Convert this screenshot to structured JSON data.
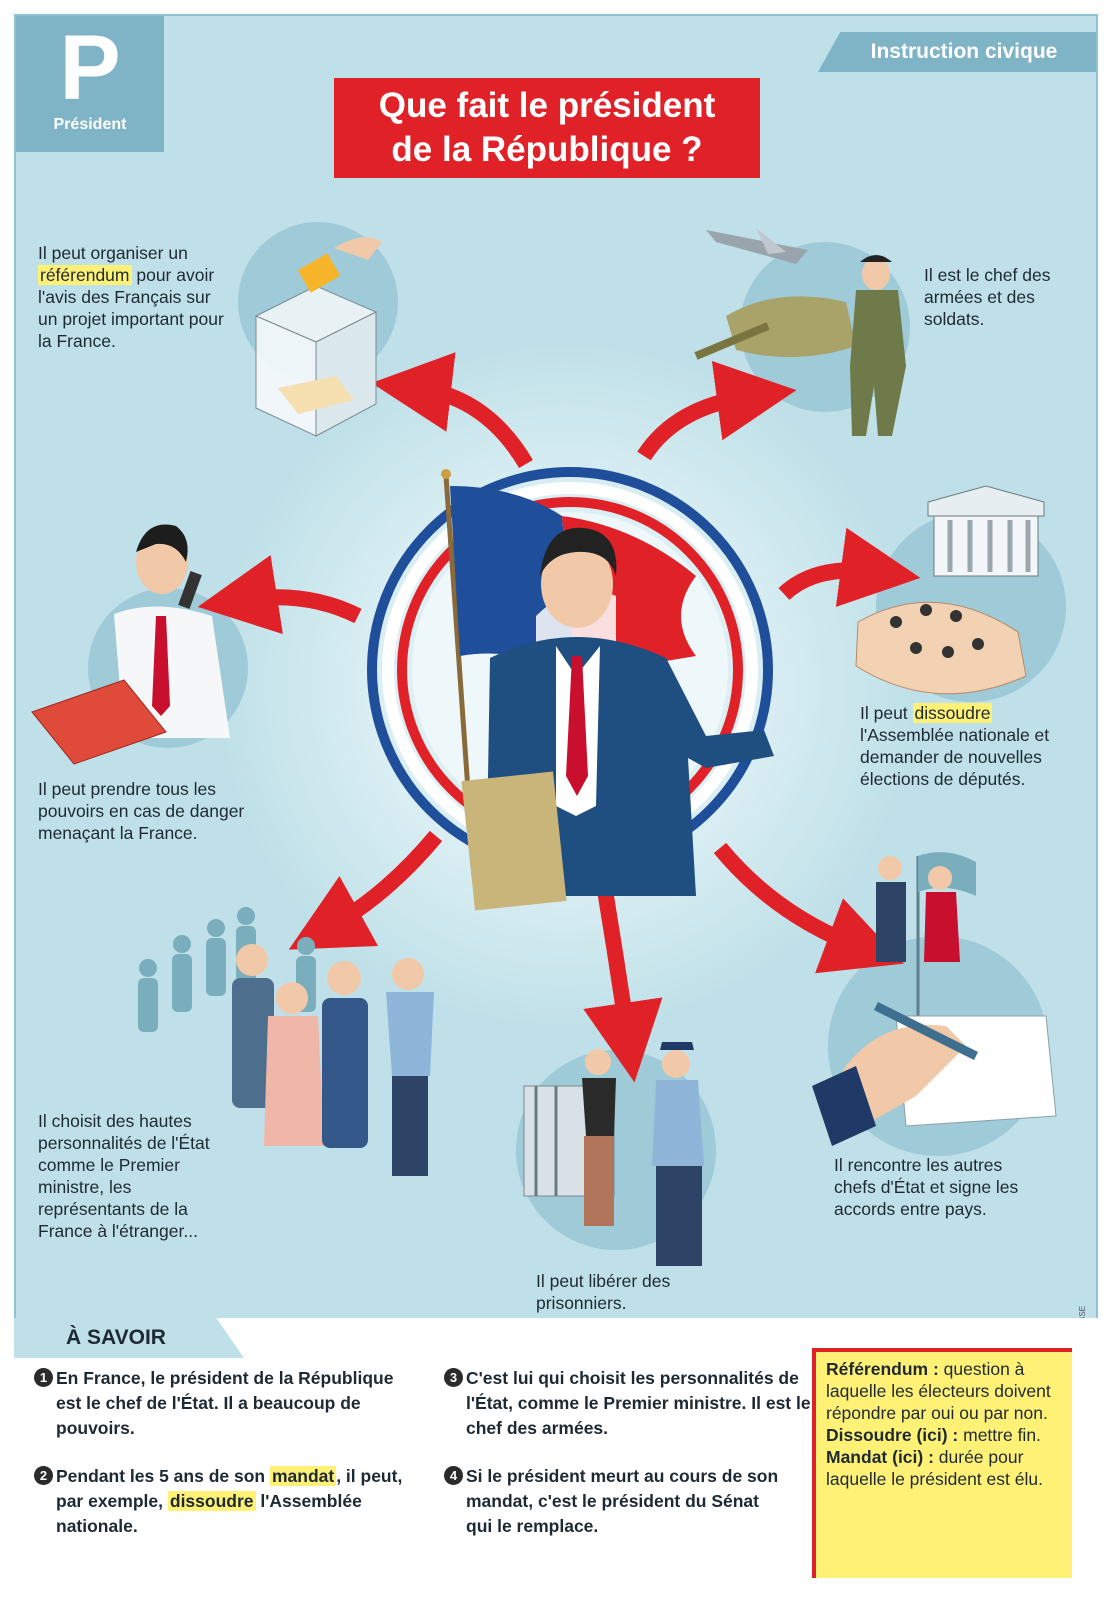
{
  "header": {
    "letter": "P",
    "letter_word": "Président",
    "category": "Instruction civique",
    "title_line1": "Que fait le président",
    "title_line2": "de la République ?"
  },
  "roles": {
    "referendum": {
      "before": "Il peut organiser un ",
      "highlight": "référendum",
      "after": " pour avoir l'avis des Français sur un projet important pour la France."
    },
    "armies": {
      "text": "Il est le chef des armées et des soldats."
    },
    "dissolve": {
      "before": "Il peut ",
      "highlight": "dissoudre",
      "after": " l'Assemblée nationale et demander de nouvelles élections de députés."
    },
    "powers": {
      "text": "Il peut prendre tous les pouvoirs en cas de danger menaçant la France."
    },
    "appoint": {
      "text": "Il choisit des hautes personnalités de l'État comme le Premier ministre, les représentants de la France à l'étranger..."
    },
    "prisoners": {
      "text": "Il peut libérer des prisonniers."
    },
    "treaties": {
      "text": "Il rencontre les autres chefs d'État et signe les accords entre pays."
    }
  },
  "a_savoir": {
    "title": "À SAVOIR",
    "items": [
      {
        "num": "1",
        "text": "En France, le président de la République est le chef de l'État. Il a beaucoup de pouvoirs."
      },
      {
        "num": "2",
        "before": "Pendant les 5 ans de son ",
        "hl1": "mandat",
        "middle": ", il peut, par exemple, ",
        "hl2": "dissoudre",
        "after": " l'Assemblée nationale."
      },
      {
        "num": "3",
        "text": "C'est lui qui choisit les personnalités de l'État, comme le Premier ministre. Il est le chef des armées."
      },
      {
        "num": "4",
        "text": "Si le président meurt au cours de son mandat, c'est le président du Sénat qui le remplace."
      }
    ]
  },
  "glossary": {
    "t1": "Référendum :",
    "d1": " question à laquelle les électeurs doivent répondre par oui ou par non.",
    "t2": "Dissoudre (ici) :",
    "d2": " mettre fin.",
    "t3": "Mandat (ici) :",
    "d3": " durée pour laquelle le président est élu."
  },
  "credit": "ART PRESSE",
  "colors": {
    "accent": "#e02228",
    "flag_blue": "#1f4e9a",
    "highlight": "#fff176",
    "background": "#bfe0e8"
  }
}
